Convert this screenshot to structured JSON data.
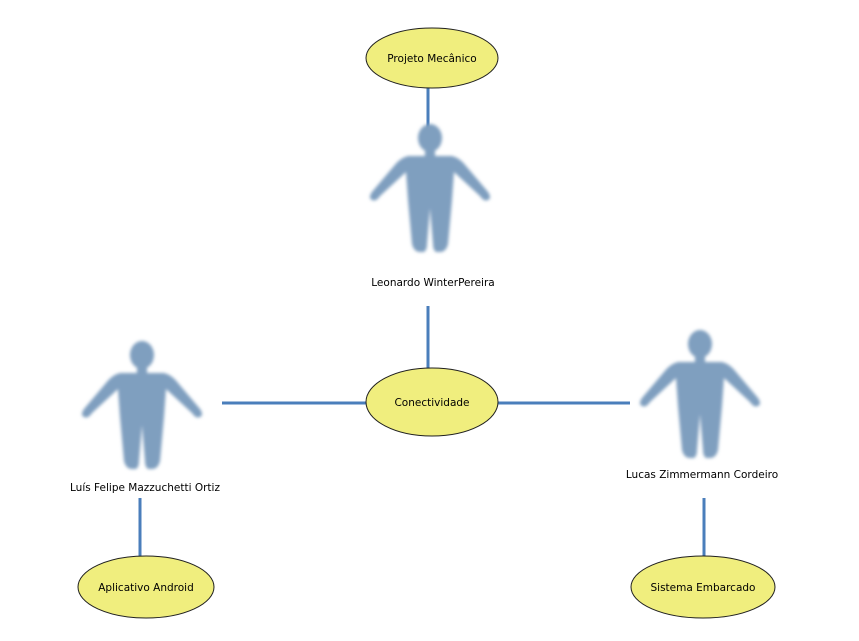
{
  "diagram": {
    "colors": {
      "connector": "#4a7ebb",
      "ellipse_fill": "#f0ee7e",
      "ellipse_stroke": "#1f1f1f",
      "actor": "#7f9fbf"
    },
    "use_cases": {
      "projeto_mecanico": "Projeto Mecânico",
      "conectividade": "Conectividade",
      "aplicativo_android": "Aplicativo Android",
      "sistema_embarcado": "Sistema Embarcado"
    },
    "actors": {
      "leonardo": "Leonardo WinterPereira",
      "luis": "Luís Felipe Mazzuchetti Ortiz",
      "lucas": "Lucas Zimmermann Cordeiro"
    }
  }
}
